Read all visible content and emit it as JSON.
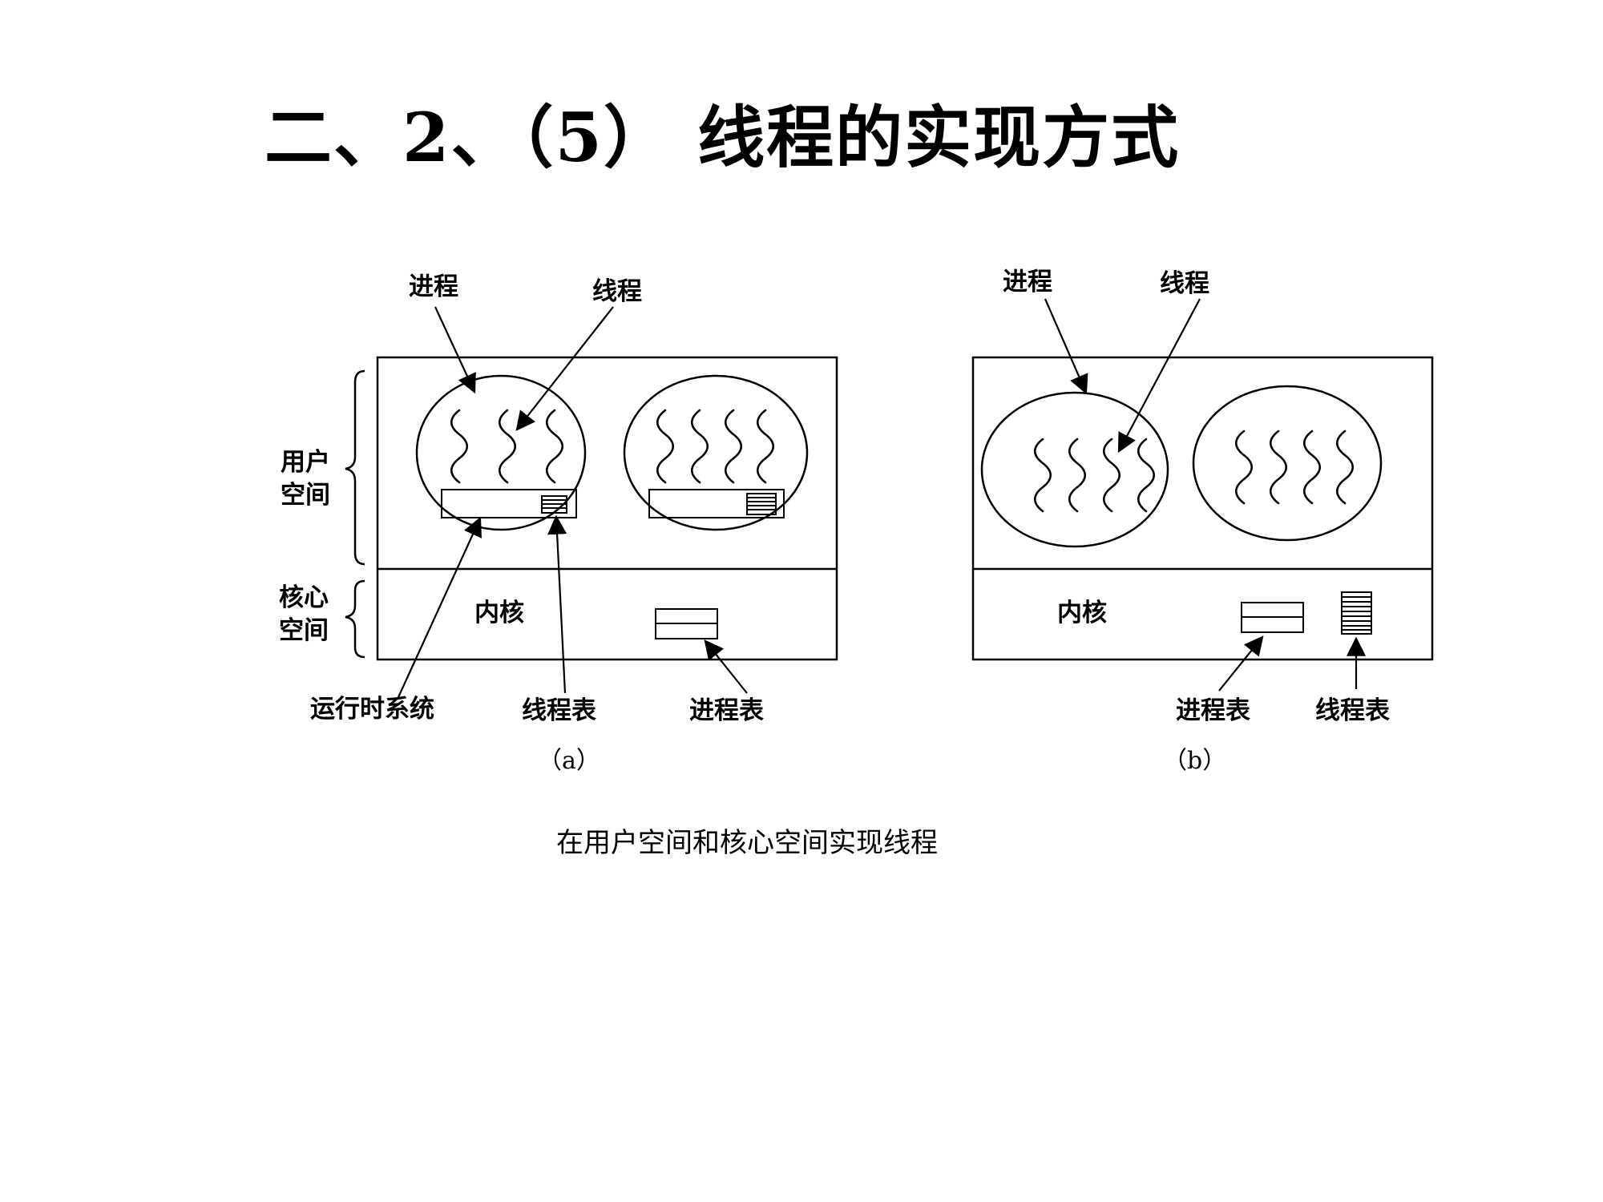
{
  "title": "二、2、（5） 线程的实现方式",
  "caption": "在用户空间和核心空间实现线程",
  "diagram_a": {
    "label_process": "进程",
    "label_thread": "线程",
    "user_space_line1": "用户",
    "user_space_line2": "空间",
    "kernel_space_line1": "核心",
    "kernel_space_line2": "空间",
    "kernel": "内核",
    "runtime_system": "运行时系统",
    "thread_table": "线程表",
    "process_table": "进程表",
    "sublabel": "（a）"
  },
  "diagram_b": {
    "label_process": "进程",
    "label_thread": "线程",
    "kernel": "内核",
    "process_table": "进程表",
    "thread_table": "线程表",
    "sublabel": "（b）"
  }
}
